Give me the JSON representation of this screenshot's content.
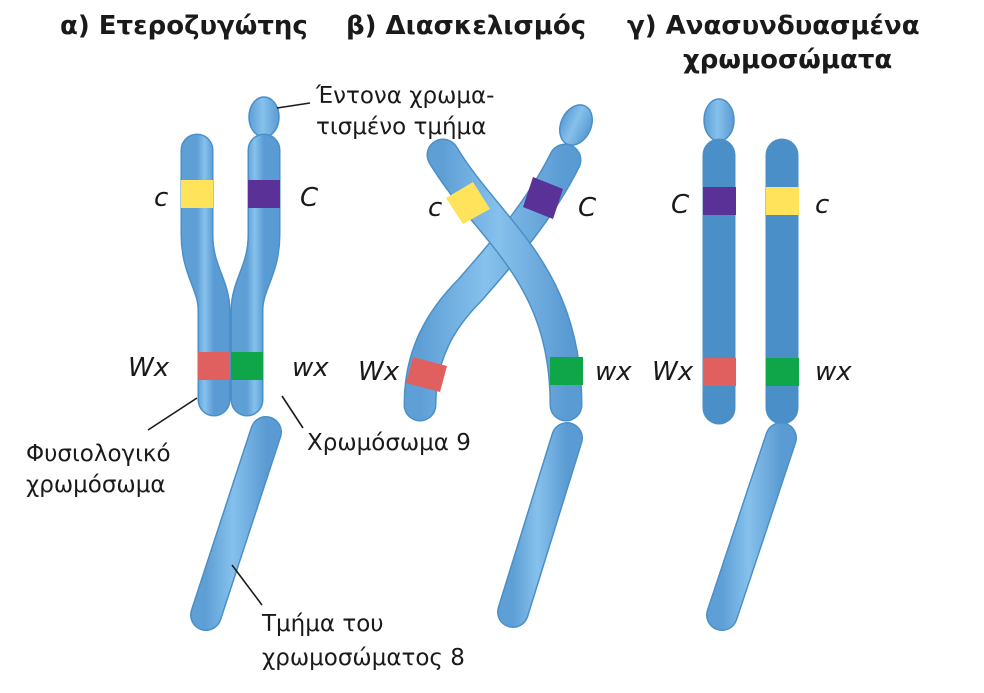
{
  "titles": {
    "a": "α) Ετεροζυγώτης",
    "b": "β) Διασκελισμός",
    "c_line1": "γ) Ανασυνδυασμένα",
    "c_line2": "χρωμοσώματα"
  },
  "gene_labels": {
    "c_lower": "c",
    "c_upper": "C",
    "wx_upper": "Wx",
    "wx_lower": "wx"
  },
  "annotations": {
    "knob_line1": "Έντονα χρωμα-",
    "knob_line2": "τισμένο τμήμα",
    "normal_line1": "Φυσιολογικό",
    "normal_line2": "χρωμόσωμα",
    "chrom9": "Χρωμόσωμα 9",
    "seg8_line1": "Τμήμα του",
    "seg8_line2": "χρωμοσώματος 8"
  },
  "colors": {
    "chromosome": "#74b4e4",
    "chromosome_edge": "#3f8bc6",
    "gene_c": "#ffe35a",
    "gene_C": "#5a3197",
    "gene_Wx": "#e06060",
    "gene_wx": "#0fa64a"
  }
}
